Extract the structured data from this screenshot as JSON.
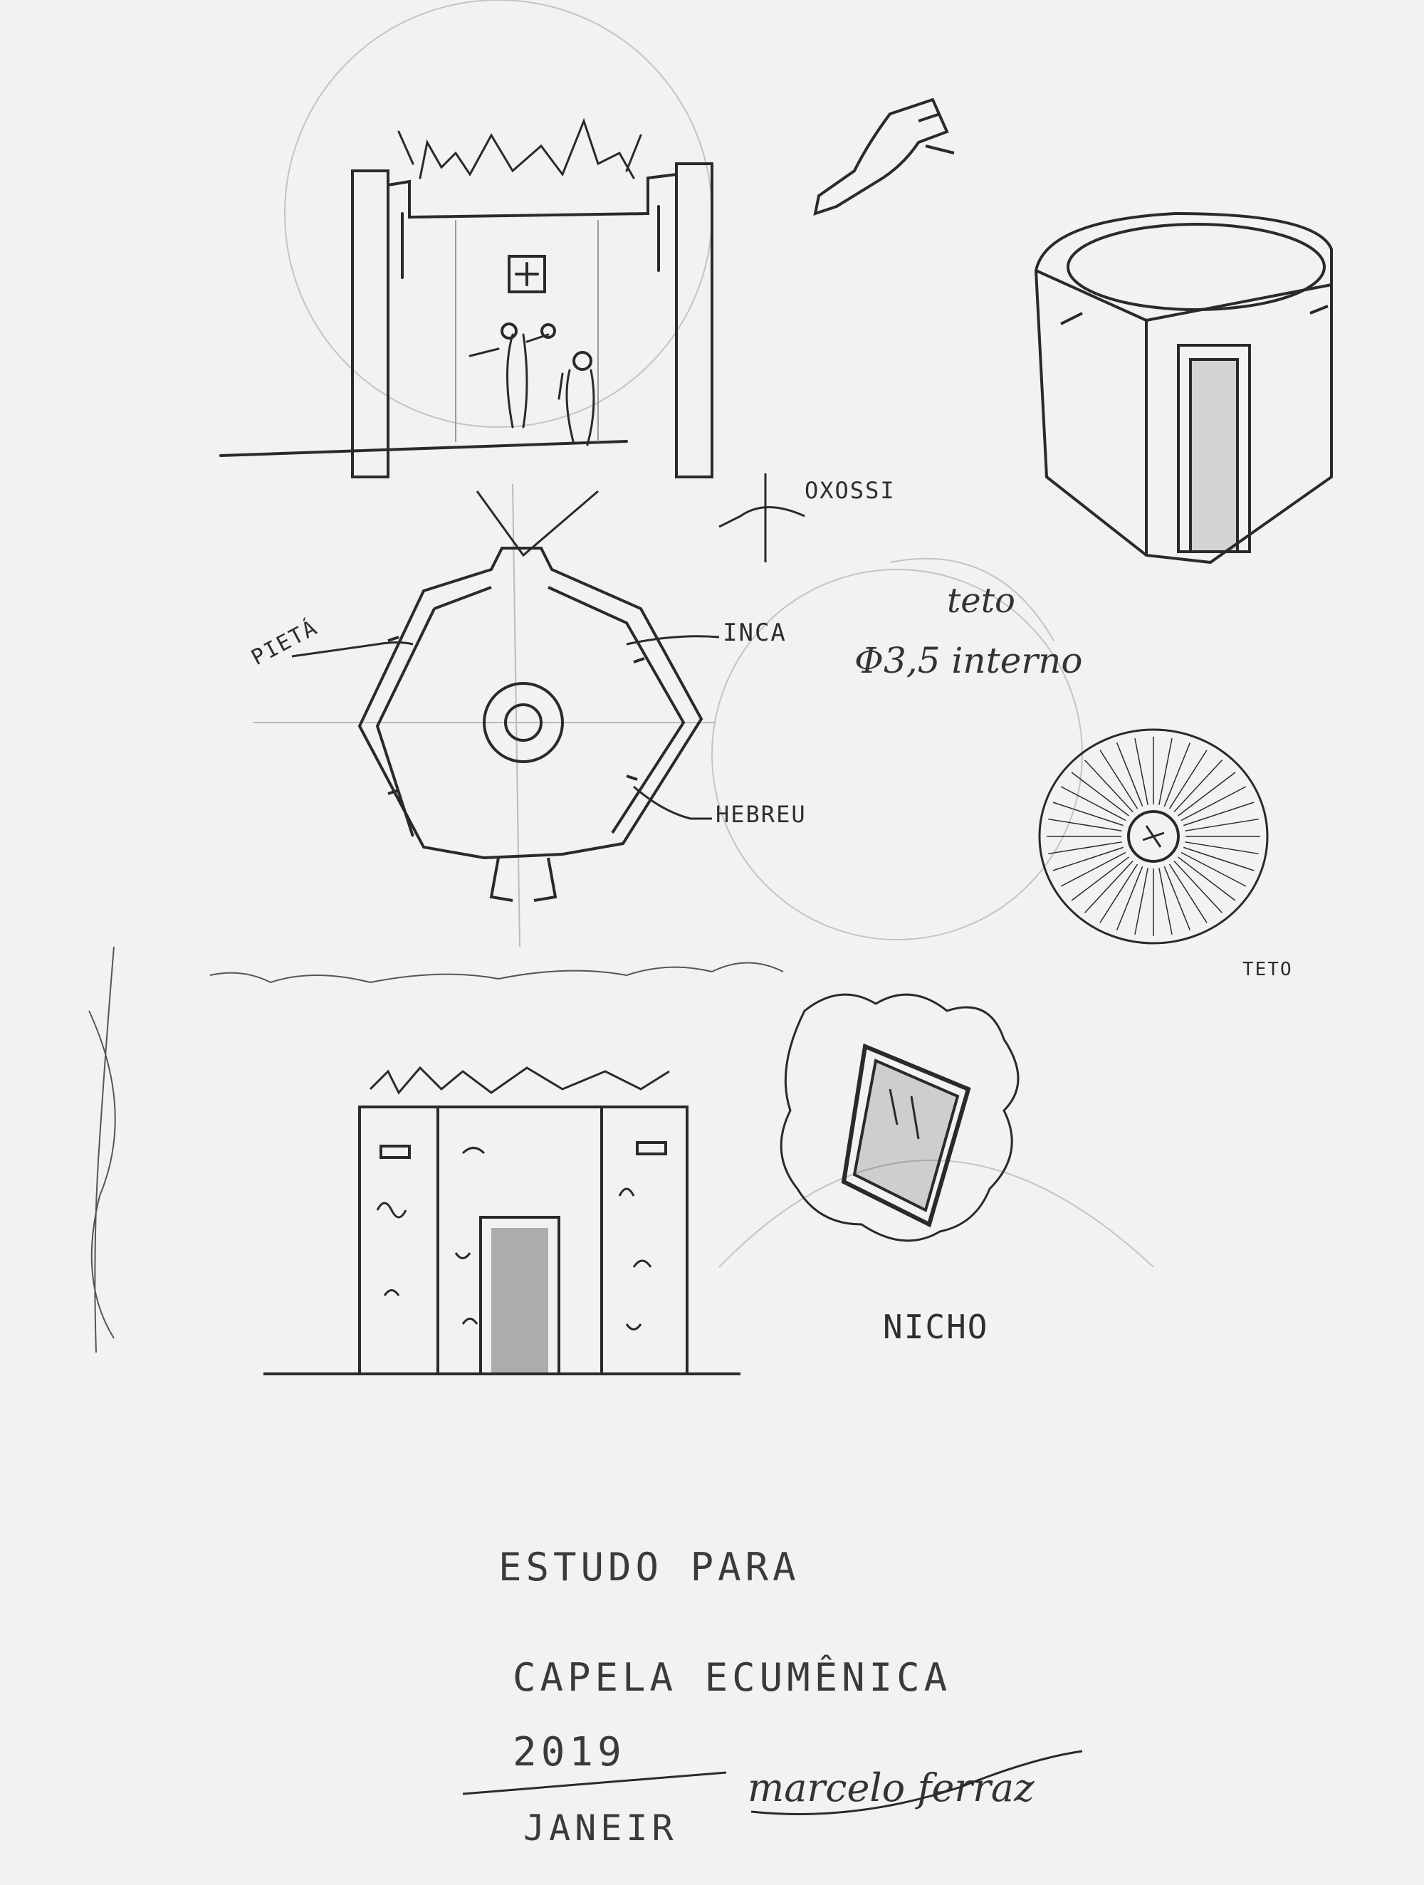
{
  "labels": {
    "oxossi": "OXOSSI",
    "pieta": "PIETÁ",
    "inca": "INCA",
    "hebreu": "HEBREU",
    "teto_note_line1": "teto",
    "teto_note_line2": "Φ3,5 interno",
    "teto_small": "TETO",
    "nicho": "NICHO"
  },
  "caption": {
    "line1": "ESTUDO PARA",
    "line2": "CAPELA ECUMÊNICA",
    "year": "2019",
    "month": "JANEIR",
    "signature": "marcelo ferraz"
  },
  "colors": {
    "paper": "#f2f2f0",
    "pencil": "#2a2a2a",
    "faint": "#b9b9b9"
  }
}
